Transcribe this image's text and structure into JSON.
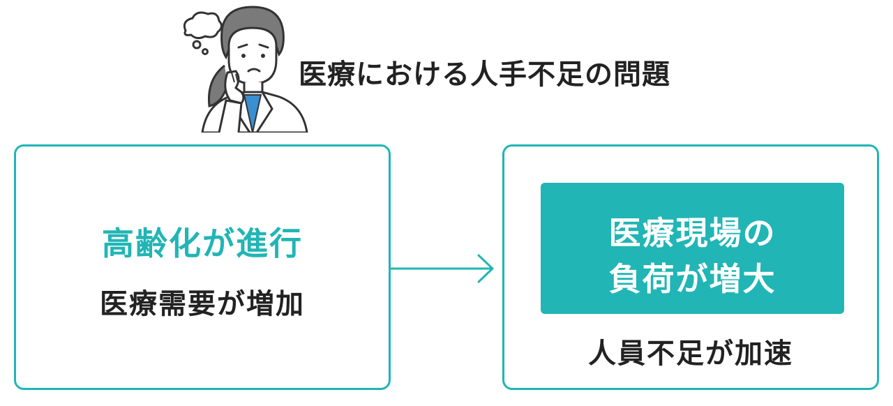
{
  "header": {
    "title": "医療における人手不足の問題"
  },
  "left_box": {
    "main": "高齢化が進行",
    "sub": "医療需要が増加"
  },
  "right_box": {
    "highlight_line1": "医療現場の",
    "highlight_line2": "負荷が増大",
    "sub": "人員不足が加速"
  },
  "colors": {
    "accent": "#21b5b5",
    "text": "#222222",
    "shirt": "#3a8fd0"
  },
  "icons": {
    "illustration": "worried-doctor-icon",
    "arrow": "right-arrow-icon"
  }
}
